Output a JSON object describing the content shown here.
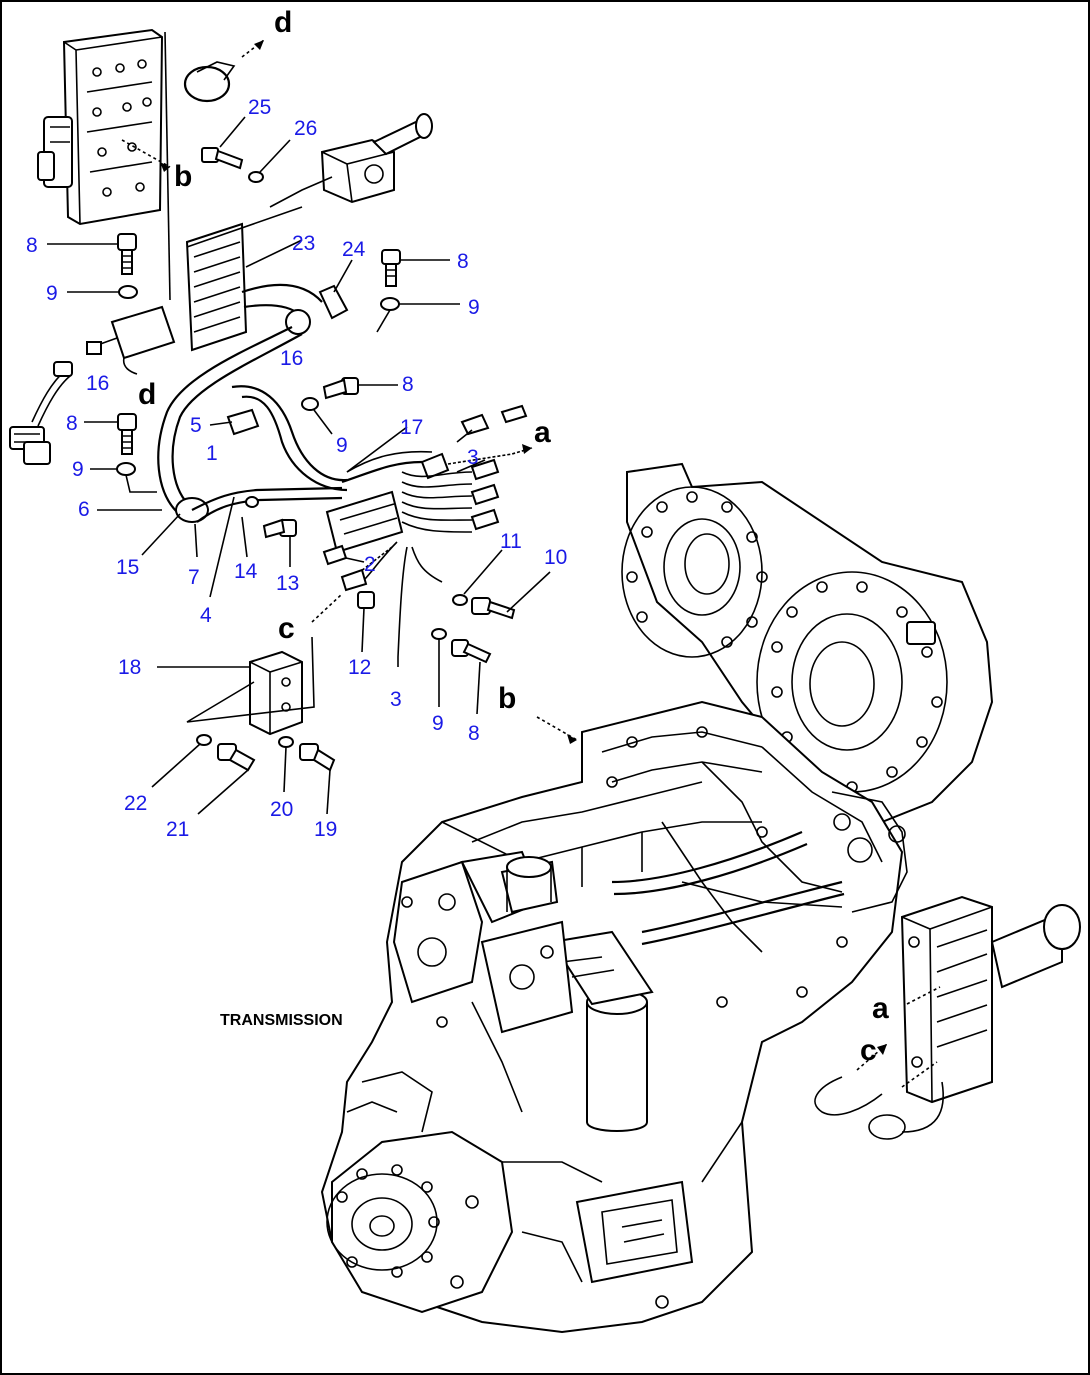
{
  "diagram": {
    "caption": "TRANSMISSION",
    "callouts": [
      {
        "id": "c25",
        "label": "25"
      },
      {
        "id": "c26",
        "label": "26"
      },
      {
        "id": "c8a",
        "label": "8"
      },
      {
        "id": "c9a",
        "label": "9"
      },
      {
        "id": "c23",
        "label": "23"
      },
      {
        "id": "c24",
        "label": "24"
      },
      {
        "id": "c8b",
        "label": "8"
      },
      {
        "id": "c9b",
        "label": "9"
      },
      {
        "id": "c16a",
        "label": "16"
      },
      {
        "id": "c16b",
        "label": "16"
      },
      {
        "id": "c8c",
        "label": "8"
      },
      {
        "id": "c8d",
        "label": "8"
      },
      {
        "id": "c5",
        "label": "5"
      },
      {
        "id": "c9c",
        "label": "9"
      },
      {
        "id": "c17",
        "label": "17"
      },
      {
        "id": "c1",
        "label": "1"
      },
      {
        "id": "c3a",
        "label": "3"
      },
      {
        "id": "c9d",
        "label": "9"
      },
      {
        "id": "c6",
        "label": "6"
      },
      {
        "id": "c11",
        "label": "11"
      },
      {
        "id": "c10",
        "label": "10"
      },
      {
        "id": "c2",
        "label": "2"
      },
      {
        "id": "c15",
        "label": "15"
      },
      {
        "id": "c7",
        "label": "7"
      },
      {
        "id": "c14",
        "label": "14"
      },
      {
        "id": "c13",
        "label": "13"
      },
      {
        "id": "c4",
        "label": "4"
      },
      {
        "id": "c12",
        "label": "12"
      },
      {
        "id": "c18",
        "label": "18"
      },
      {
        "id": "c3b",
        "label": "3"
      },
      {
        "id": "c9e",
        "label": "9"
      },
      {
        "id": "c8e",
        "label": "8"
      },
      {
        "id": "c22",
        "label": "22"
      },
      {
        "id": "c21",
        "label": "21"
      },
      {
        "id": "c20",
        "label": "20"
      },
      {
        "id": "c19",
        "label": "19"
      }
    ],
    "references": [
      {
        "id": "ref-d-top",
        "label": "d"
      },
      {
        "id": "ref-b-top",
        "label": "b"
      },
      {
        "id": "ref-d-mid",
        "label": "d"
      },
      {
        "id": "ref-a-top",
        "label": "a"
      },
      {
        "id": "ref-c-mid",
        "label": "c"
      },
      {
        "id": "ref-b-low",
        "label": "b"
      },
      {
        "id": "ref-a-low",
        "label": "a"
      },
      {
        "id": "ref-c-low",
        "label": "c"
      }
    ]
  }
}
